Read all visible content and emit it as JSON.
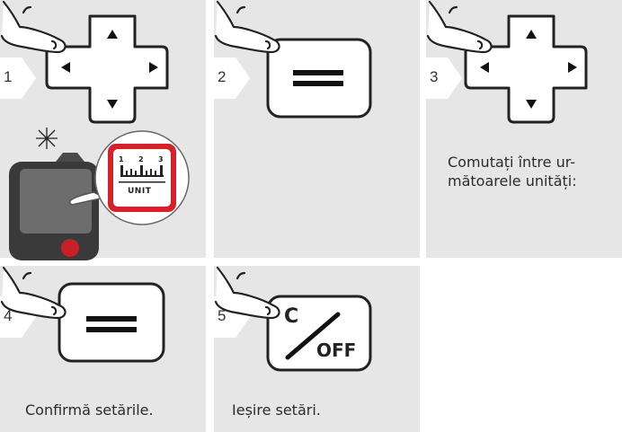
{
  "steps": [
    {
      "number": "1",
      "caption": ""
    },
    {
      "number": "2",
      "caption": ""
    },
    {
      "number": "3",
      "caption_line1": "Comutați între ur-",
      "caption_line2": "mătoarele unități:"
    },
    {
      "number": "4",
      "caption": "Confirmă setările."
    },
    {
      "number": "5",
      "caption": "Ieșire setări."
    }
  ],
  "device": {
    "unit_button_label": "UNIT",
    "scale_ticks": [
      "1",
      "2",
      "3"
    ]
  },
  "keys": {
    "clear_top": "C",
    "clear_bottom": "OFF"
  },
  "colors": {
    "panel_bg": "#e6e6e6",
    "accent_red": "#d8202a",
    "device_body": "#3a3a3a"
  }
}
